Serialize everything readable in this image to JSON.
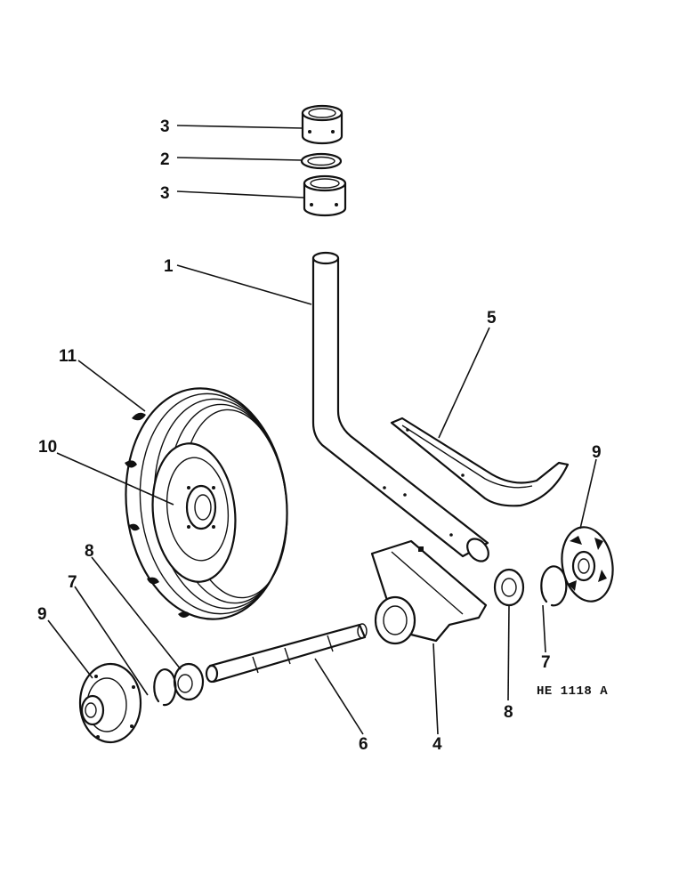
{
  "drawing_ref": "HE 1118 A",
  "callouts": {
    "bushing_top": "3",
    "washer": "2",
    "bushing_bottom": "3",
    "spindle": "1",
    "brace": "5",
    "tire": "11",
    "rim": "10",
    "hub_right": "9",
    "bearing_left": "8",
    "snap_ring_left": "7",
    "hub_left": "9",
    "axle": "6",
    "axle_bracket": "4",
    "snap_ring_right": "7",
    "bearing_right": "8"
  }
}
